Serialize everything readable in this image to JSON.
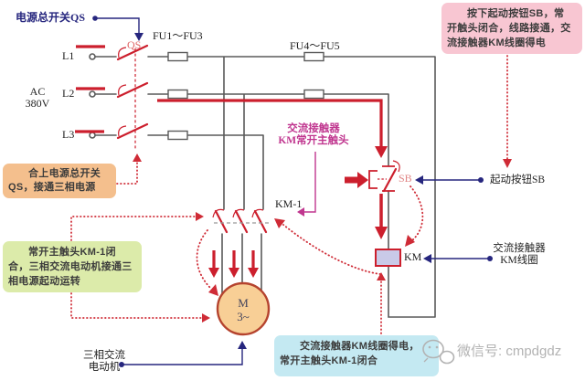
{
  "labels": {
    "power_switch": "电源总开关QS",
    "qs": "QS",
    "l1": "L1",
    "l2": "L2",
    "l3": "L3",
    "ac_line1": "AC",
    "ac_line2": "380V",
    "fu13": "FU1～FU3",
    "fu45": "FU4～FU5",
    "km_contact_line1": "交流接触器",
    "km_contact_line2": "KM常开主触头",
    "km1": "KM-1",
    "sb": "SB",
    "km": "KM",
    "motor_m": "M",
    "motor_phase": "3~",
    "start_button": "起动按钮SB",
    "km_coil_line1": "交流接触器",
    "km_coil_line2": "KM线圈",
    "motor_label_line1": "三相交流",
    "motor_label_line2": "电动机"
  },
  "callouts": {
    "press_sb": {
      "line1": "按下起动按钮SB，常",
      "line2": "开触头闭合，线路接通，交",
      "line3": "流接触器KM线圈得电"
    },
    "close_qs": {
      "line1": "合上电源总开关",
      "line2": "QS，接通三相电源"
    },
    "km1_close": {
      "line1": "常开主触头KM-1闭",
      "line2": "合，三相交流电动机接通三",
      "line3": "相电源起动运转"
    },
    "coil_energized": {
      "line1": "交流接触器KM线圈得电，",
      "line2": "常开主触头KM-1闭合"
    }
  },
  "watermark": {
    "text": "微信号: cmpdgdz"
  },
  "colors": {
    "wire": "#5a5a5a",
    "current": "#cc1f2d",
    "dotted": "#cf2b36",
    "navy": "#26267e",
    "magenta": "#c0368f",
    "qs_label": "#e06868",
    "sb_label": "#e08585",
    "box_pink": "#f8c6d2",
    "box_orange": "#f4bf8d",
    "box_green": "#dcebaa",
    "box_cyan": "#c4e9f2",
    "coil_fill": "#c9cae8",
    "motor_fill": "#f8cf96",
    "motor_stroke": "#b5432e",
    "watermark": "#b3b3b3"
  }
}
